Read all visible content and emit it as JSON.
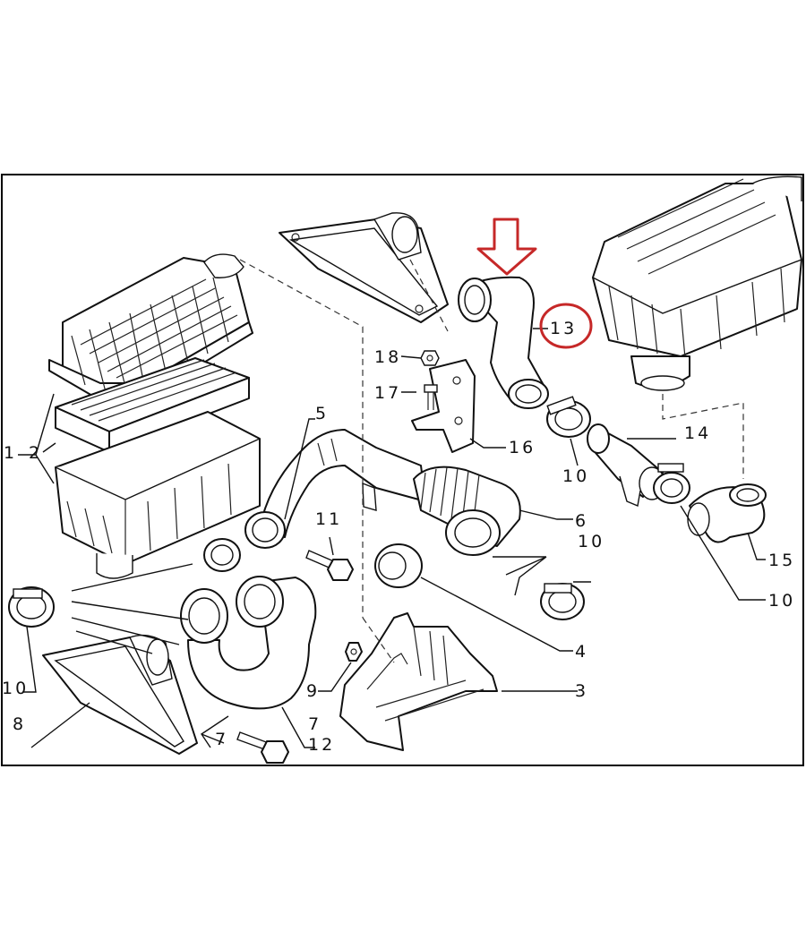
{
  "callouts": {
    "c1": "1",
    "c2": "2",
    "c3": "3",
    "c4": "4",
    "c5": "5",
    "c6": "6",
    "c7a": "7",
    "c7b": "7",
    "c8": "8",
    "c9": "9",
    "c10a": "10",
    "c10b": "10",
    "c10c": "10",
    "c10d": "10",
    "c11": "11",
    "c12": "12",
    "c13": "13",
    "c14": "14",
    "c15": "15",
    "c16": "16",
    "c17": "17",
    "c18": "18"
  },
  "highlight": {
    "target_part": "13",
    "color": "#c62828"
  }
}
